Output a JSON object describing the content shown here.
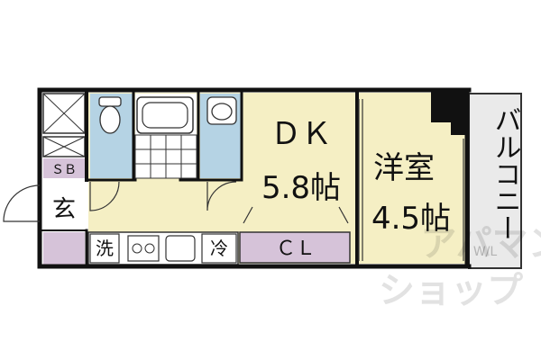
{
  "rooms": {
    "dk_name": "ＤＫ",
    "dk_size": "5.8帖",
    "western_name": "洋室",
    "western_size": "4.5帖",
    "balcony": "バルコニー",
    "closet": "ＣＬ",
    "entrance": "玄",
    "shoe_box": "ＳＢ",
    "washer": "洗",
    "fridge": "冷"
  },
  "watermark": {
    "line1": "アパマン",
    "line2": "ショップ",
    "badge": "W/L"
  },
  "colors": {
    "dk_floor": "#f5efc4",
    "western_floor": "#f5efc4",
    "wet_area": "#b5d3e4",
    "closet": "#d6c3d9",
    "balcony": "#eaeaea",
    "wall": "#111111"
  }
}
